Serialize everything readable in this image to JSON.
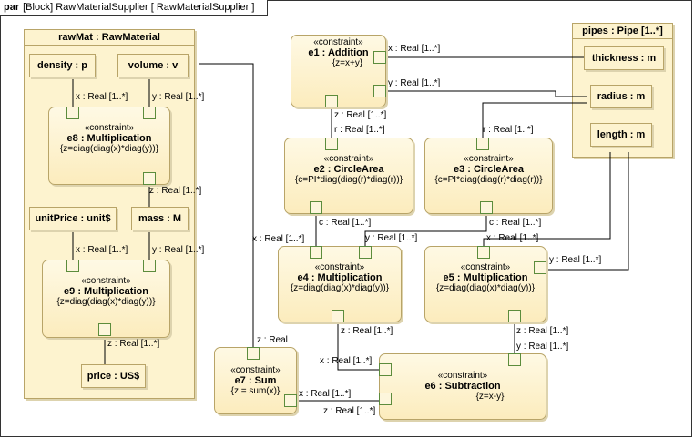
{
  "frame": {
    "kind": "par",
    "title": "[Block] RawMaterialSupplier [ RawMaterialSupplier ]"
  },
  "raw_mat": {
    "title": "rawMat : RawMaterial"
  },
  "pipes": {
    "title": "pipes : Pipe [1..*]"
  },
  "properties": {
    "density": "density : p",
    "volume": "volume : v",
    "unit_price": "unitPrice : unit$",
    "mass": "mass : M",
    "price": "price : US$",
    "thickness": "thickness : m",
    "radius": "radius : m",
    "length": "length : m"
  },
  "constraints": {
    "stereotype": "«constraint»",
    "e1": {
      "name": "e1 : Addition",
      "expr": "{z=x+y}"
    },
    "e2": {
      "name": "e2 : CircleArea",
      "expr": "{c=PI*diag(diag(r)*diag(r))}"
    },
    "e3": {
      "name": "e3 : CircleArea",
      "expr": "{c=PI*diag(diag(r)*diag(r))}"
    },
    "e4": {
      "name": "e4 : Multiplication",
      "expr": "{z=diag(diag(x)*diag(y))}"
    },
    "e5": {
      "name": "e5 : Multiplication",
      "expr": "{z=diag(diag(x)*diag(y))}"
    },
    "e6": {
      "name": "e6 : Subtraction",
      "expr": "{z=x-y}"
    },
    "e7": {
      "name": "e7 : Sum",
      "expr": "{z = sum(x)}"
    },
    "e8": {
      "name": "e8 : Multiplication",
      "expr": "{z=diag(diag(x)*diag(y))}"
    },
    "e9": {
      "name": "e9 : Multiplication",
      "expr": "{z=diag(diag(x)*diag(y))}"
    }
  },
  "port_labels": {
    "e8_x": "x : Real [1..*]",
    "e8_y": "y : Real [1..*]",
    "e8_z": "z : Real [1..*]",
    "e9_x": "x : Real [1..*]",
    "e9_y": "y : Real [1..*]",
    "e9_z": "z : Real [1..*]",
    "e1_x": "x : Real [1..*]",
    "e1_y": "y : Real [1..*]",
    "e1_z": "z : Real [1..*]",
    "e2_r": "r : Real [1..*]",
    "e2_c": "c : Real [1..*]",
    "e3_r": "r : Real [1..*]",
    "e3_c": "c : Real [1..*]",
    "e4_x": "x : Real [1..*]",
    "e4_y": "y : Real [1..*]",
    "e4_z": "z : Real [1..*]",
    "e5_x": "x : Real [1..*]",
    "e5_y": "y : Real [1..*]",
    "e5_z": "z : Real [1..*]",
    "e6_x": "x : Real [1..*]",
    "e6_y": "y : Real [1..*]",
    "e6_z": "z : Real [1..*]",
    "e7_x": "x : Real [1..*]",
    "e7_z": "z : Real"
  }
}
